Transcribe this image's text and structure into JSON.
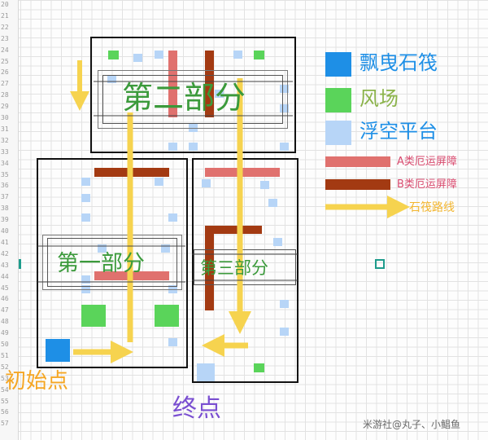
{
  "row_numbers": [
    "20",
    "21",
    "22",
    "23",
    "24",
    "25",
    "26",
    "27",
    "28",
    "29",
    "30",
    "31",
    "32",
    "33",
    "34",
    "35",
    "36",
    "37",
    "38",
    "39",
    "40",
    "41",
    "42",
    "43",
    "44",
    "45",
    "46",
    "47",
    "48",
    "49",
    "50",
    "51",
    "52",
    "53",
    "54",
    "55",
    "56",
    "57"
  ],
  "sections": {
    "part1": "第一部分",
    "part2": "第二部分",
    "part3": "第三部分"
  },
  "markers": {
    "start": "初始点",
    "end": "终点"
  },
  "legend": {
    "items": [
      {
        "label": "飘曳石筏",
        "color": "#1e8fe6"
      },
      {
        "label": "风场",
        "color": "#5ad45a"
      },
      {
        "label": "浮空平台",
        "color": "#b7d5f7"
      },
      {
        "label": "A类厄运屏障",
        "color": "#e0716e"
      },
      {
        "label": "B类厄运屏障",
        "color": "#a33a12"
      },
      {
        "label": "石筏路线",
        "color": "#f6d34f"
      }
    ]
  },
  "watermark": "米游社@丸子、小鲳鱼",
  "colors": {
    "raft": "#1e8fe6",
    "wind": "#5ad45a",
    "platform": "#b7d5f7",
    "barrier_a": "#e0716e",
    "barrier_b": "#a33a12",
    "route": "#f6d34f",
    "label_green": "#3b9a3b",
    "start_orange": "#f5a623",
    "end_purple": "#7a4fd1"
  }
}
